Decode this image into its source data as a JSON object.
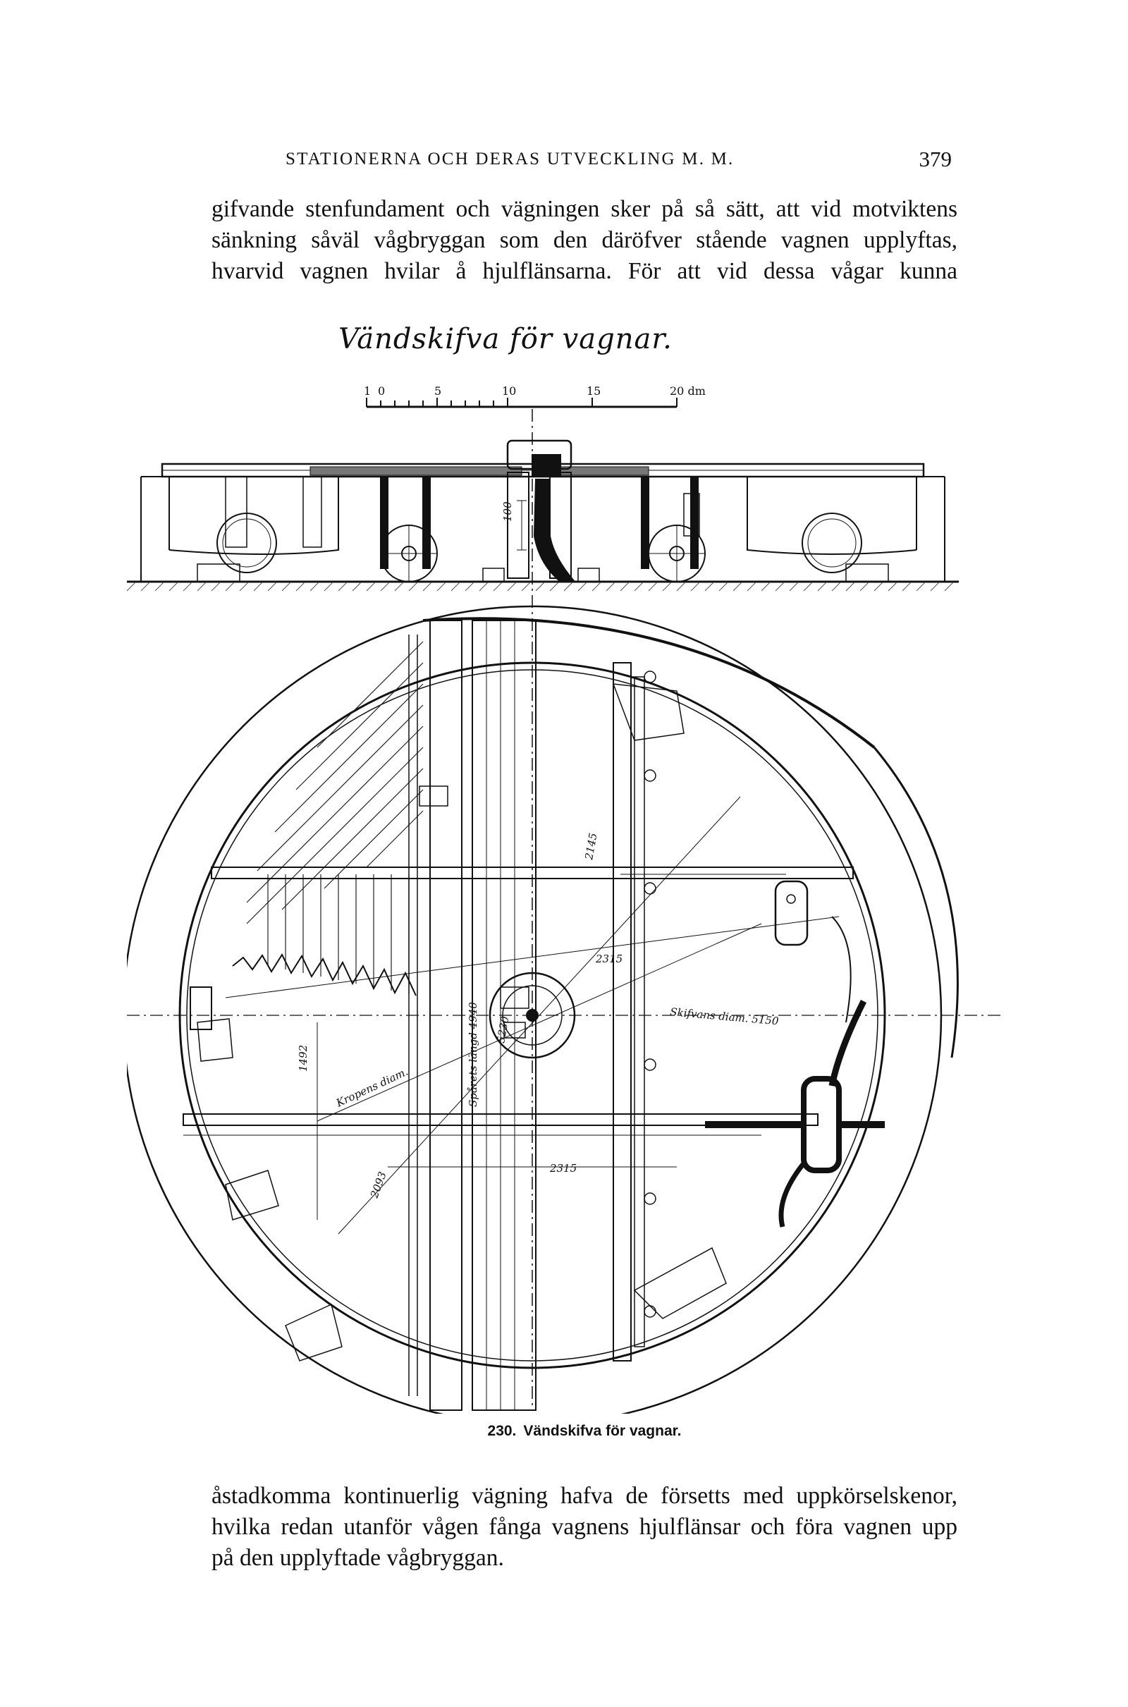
{
  "header": {
    "running_title": "STATIONERNA OCH DERAS UTVECKLING M. M.",
    "page_number": "379"
  },
  "paragraph_top": {
    "lines": [
      "gifvande stenfundament och vägningen sker på så sätt, att vid motviktens",
      "sänkning såväl vågbryggan som den däröfver stående vagnen upplyftas,",
      "hvarvid vagnen hvilar å hjulflänsarna. För att vid dessa vågar kunna"
    ]
  },
  "figure": {
    "handwritten_title": "Vändskifva för vagnar.",
    "scale_labels": [
      "1",
      "0",
      "5",
      "10",
      "15",
      "20 dm"
    ],
    "dimension_labels": {
      "d_2145": "2145",
      "d_100": "100",
      "d_2315_upper": "2315",
      "d_2315_lower": "2315",
      "d_skifvans": "Skifvans diam. 5150",
      "d_4940": "Spårets längd 4940",
      "d_1492": "1492",
      "d_5230": "5230",
      "d_kropens": "Kropens diam.",
      "d_2093": "2093"
    },
    "caption_number": "230.",
    "caption_text": "Vändskifva för vagnar."
  },
  "paragraph_bottom": {
    "lines": [
      "åstadkomma kontinuerlig vägning hafva de försetts med uppkörselskenor,",
      "hvilka redan utanför vågen fånga vagnens hjulflänsar och föra vagnen upp",
      "på den upplyftade vågbryggan."
    ]
  }
}
